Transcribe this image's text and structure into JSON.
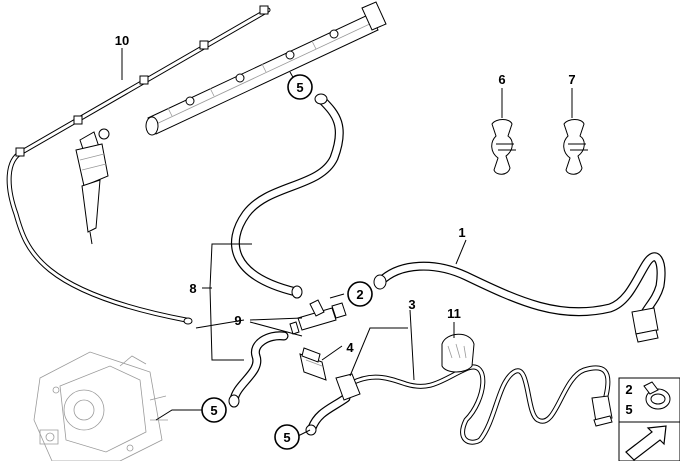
{
  "callouts": {
    "n1": "1",
    "n2": "2",
    "n3": "3",
    "n4": "4",
    "n5a": "5",
    "n5b": "5",
    "n5c": "5",
    "n6": "6",
    "n7": "7",
    "n8": "8",
    "n9": "9",
    "n10": "10",
    "n11": "11"
  },
  "corner_legend": {
    "a": "2",
    "b": "5"
  }
}
